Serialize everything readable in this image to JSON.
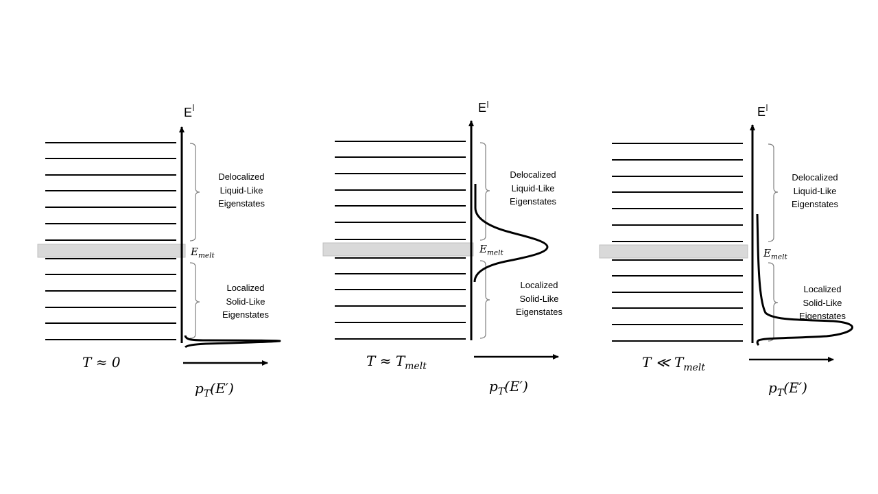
{
  "panels": [
    {
      "id": "low",
      "axis_label": "E",
      "upper_label": [
        "Delocalized",
        "Liquid-Like",
        "Eigenstates"
      ],
      "lower_label": [
        "Localized",
        "Solid-Like",
        "Eigenstates"
      ],
      "band_label": {
        "base": "E",
        "sub": "melt"
      },
      "temperature_label": {
        "base": "T ≈ 0",
        "sub": ""
      },
      "prob_label": "p",
      "prob_sub": "T",
      "prob_arg": "(E′)"
    },
    {
      "id": "mid",
      "axis_label": "E",
      "upper_label": [
        "Delocalized",
        "Liquid-Like",
        "Eigenstates"
      ],
      "lower_label": [
        "Localized",
        "Solid-Like",
        "Eigenstates"
      ],
      "band_label": {
        "base": "E",
        "sub": "melt"
      },
      "temperature_label": {
        "base": "T ≈ T",
        "sub": "melt"
      },
      "prob_label": "p",
      "prob_sub": "T",
      "prob_arg": "(E′)"
    },
    {
      "id": "high",
      "axis_label": "E",
      "upper_label": [
        "Delocalized",
        "Liquid-Like",
        "Eigenstates"
      ],
      "lower_label": [
        "Localized",
        "Solid-Like",
        "Eigenstates"
      ],
      "band_label": {
        "base": "E",
        "sub": "melt"
      },
      "temperature_label": {
        "base": "T ≪ T",
        "sub": "melt"
      },
      "prob_label": "p",
      "prob_sub": "T",
      "prob_arg": "(E′)"
    }
  ],
  "colors": {
    "line": "#000000",
    "band": "#d9d9d9",
    "bracket": "#7f7f7f"
  }
}
